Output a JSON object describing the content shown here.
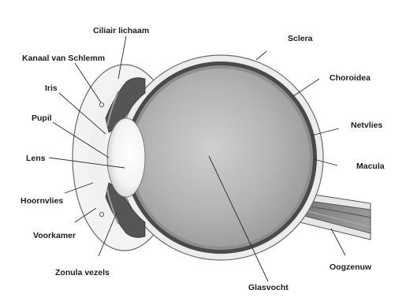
{
  "labels": {
    "ciliair_lichaam": "Ciliair lichaam",
    "kanaal_van_schlemm": "Kanaal van Schlemm",
    "iris": "Iris",
    "pupil": "Pupil",
    "lens": "Lens",
    "hoornvlies": "Hoornvlies",
    "voorkamer": "Voorkamer",
    "zonula_vezels": "Zonula vezels",
    "sclera": "Sclera",
    "choroidea": "Choroidea",
    "netvlies": "Netvlies",
    "macula": "Macula",
    "oogzenuw": "Oogzenuw",
    "glasvocht": "Glasvocht"
  },
  "colors": {
    "sclera": "#ececec",
    "choroidea": "#4a4a4a",
    "retina": "#8c8c8c",
    "vitreous": "#a8a8a8",
    "lens": "#ffffff",
    "cornea": "#f2f2f2",
    "text": "#1c1c1c"
  }
}
